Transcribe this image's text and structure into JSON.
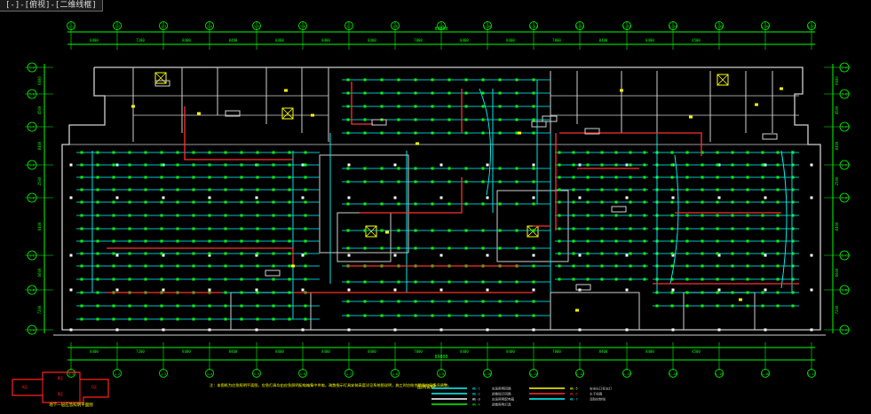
{
  "window": {
    "title": "[-]-[俯视]-[二维线框]"
  },
  "drawing": {
    "top_dimension_total": "89000",
    "bottom_dimension_total": "89000",
    "top_segments": [
      "8400",
      "7200",
      "8400",
      "8400",
      "8400",
      "8400",
      "8400",
      "7800",
      "8400",
      "8400",
      "7800",
      "8400",
      "8400",
      "4500"
    ],
    "bottom_segments": [
      "8400",
      "7200",
      "8400",
      "8400",
      "8400",
      "8400",
      "8400",
      "7800",
      "8400",
      "8400",
      "7800",
      "8400",
      "8400",
      "4500"
    ],
    "top_axis_labels": [
      "1-1",
      "1-2",
      "1-3",
      "1-4",
      "1-5",
      "1-6",
      "1-7",
      "1-8",
      "1-9",
      "1-10",
      "1-11",
      "1-12",
      "1-13",
      "1-14",
      "1-15",
      "1-16",
      "1-17"
    ],
    "bottom_axis_labels": [
      "1-1",
      "1-2",
      "1-3",
      "1-4",
      "1-5",
      "1-6",
      "1-7",
      "1-8",
      "1-9",
      "1-10",
      "1-11",
      "1-12",
      "1-13",
      "1-14",
      "1-15",
      "1-16",
      "1-17"
    ],
    "left_axis_labels": [
      "1-H",
      "1-G",
      "1-F",
      "1-E",
      "1-D",
      "1-C",
      "1-B",
      "1-A"
    ],
    "right_axis_labels": [
      "1-H",
      "1-G",
      "1-F",
      "1-E",
      "1-D",
      "1-C",
      "1-B",
      "1-A"
    ],
    "left_dimensions": [
      "6600",
      "4500",
      "8400",
      "2500",
      "8400",
      "6600",
      "7200"
    ],
    "right_dimensions": [
      "6600",
      "4500",
      "8400",
      "2500",
      "8400",
      "6600",
      "7200"
    ],
    "key_plan_caption": "地下一层应急照明平面图",
    "key_plan_labels": [
      "A区",
      "B区",
      "C区",
      "D区"
    ],
    "note_text": "注：本图纸为应急照明平面图，应急灯具均由应急照明配电箱集中供电，疏散指示灯具安装高度详见系统图说明，施工时应结合现场实际情况调整。",
    "legend_title": "图例说明：",
    "legend_items": [
      {
        "color": "#00ffff",
        "label": "WE-1",
        "desc": "应急照明回路"
      },
      {
        "color": "#00ffff",
        "label": "WE-2",
        "desc": "疏散指示回路"
      },
      {
        "color": "#ffffff",
        "label": "WE-3",
        "desc": "应急照明配电箱"
      },
      {
        "color": "#00ff00",
        "label": "WE-4",
        "desc": "疏散照明灯具"
      },
      {
        "color": "#ffff00",
        "label": "WE-5",
        "desc": "安全出口标志灯"
      },
      {
        "color": "#ff3030",
        "label": "WE-6",
        "desc": "主干线路"
      },
      {
        "color": "#00ffff",
        "label": "WE-7",
        "desc": "消防控制线"
      }
    ],
    "colors": {
      "background": "#000000",
      "wall": "#d0d0d0",
      "circuit": "#00ffff",
      "feeder": "#ff3030",
      "fixture": "#00ff00",
      "dimension": "#00ff00",
      "annotation": "#ffff00",
      "keyplan": "#ff2020"
    }
  }
}
